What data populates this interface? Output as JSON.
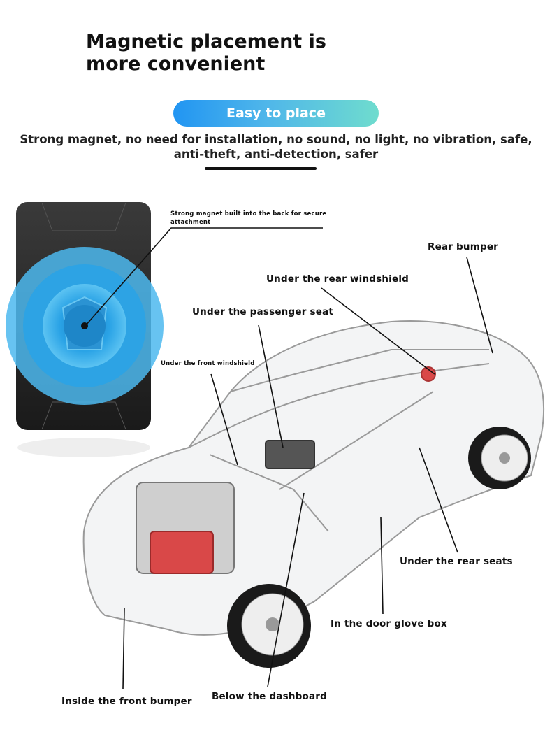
{
  "headline": "Magnetic placement is more convenient",
  "badge": "Easy to place",
  "subtitle": "Strong magnet, no need for installation, no sound, no light, no vibration, safe, anti-theft, anti-detection, safer",
  "device_callout": "Strong magnet built into the back for secure attachment",
  "locations": {
    "rear_bumper": "Rear bumper",
    "rear_windshield": "Under the rear windshield",
    "passenger_seat": "Under the passenger seat",
    "front_windshield": "Under the front windshield",
    "rear_seats": "Under the rear seats",
    "door_glove_box": "In the door glove box",
    "dashboard": "Below the dashboard",
    "front_bumper": "Inside the front bumper"
  },
  "colors": {
    "magnet_blue": "#2aa3e6",
    "pill_start": "#2195f2",
    "pill_end": "#6fdcce"
  }
}
